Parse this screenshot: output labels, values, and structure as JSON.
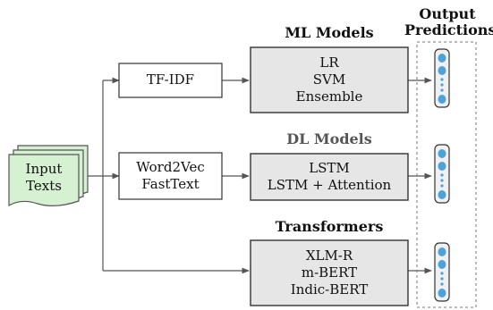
{
  "input": {
    "label": "Input\nTexts"
  },
  "features": [
    {
      "label": "TF-IDF"
    },
    {
      "label": "Word2Vec\nFastText"
    }
  ],
  "model_groups": [
    {
      "title": "ML Models",
      "models": [
        "LR",
        "SVM",
        "Ensemble"
      ]
    },
    {
      "title": "DL Models",
      "models": [
        "LSTM",
        "LSTM + Attention"
      ]
    },
    {
      "title": "Transformers",
      "models": [
        "XLM-R",
        "m-BERT",
        "Indic-BERT"
      ]
    }
  ],
  "output": {
    "title": "Output\nPredictions"
  },
  "colors": {
    "box_fill": "#e6e6e6",
    "doc_fill": "#d6f0d2",
    "node_fill": "#4da3d9",
    "line": "#555555",
    "dl_title": "#555555"
  }
}
